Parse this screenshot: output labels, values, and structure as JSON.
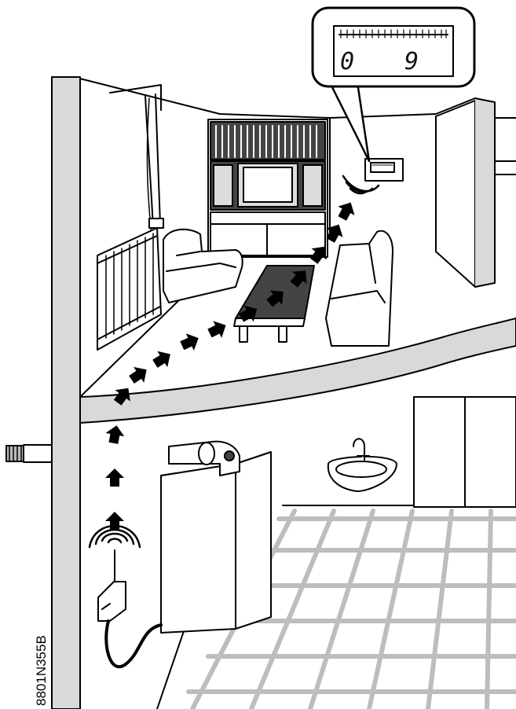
{
  "diagram": {
    "reference_code": "8801N355B",
    "display": {
      "left_digit": "0",
      "right_digit": "9"
    },
    "signal_arrow_count": 14
  },
  "colors": {
    "line": "#000000",
    "wall_fill": "#d9d9d9",
    "tile_grid": "#bdbdbd",
    "arrow": "#000000"
  }
}
